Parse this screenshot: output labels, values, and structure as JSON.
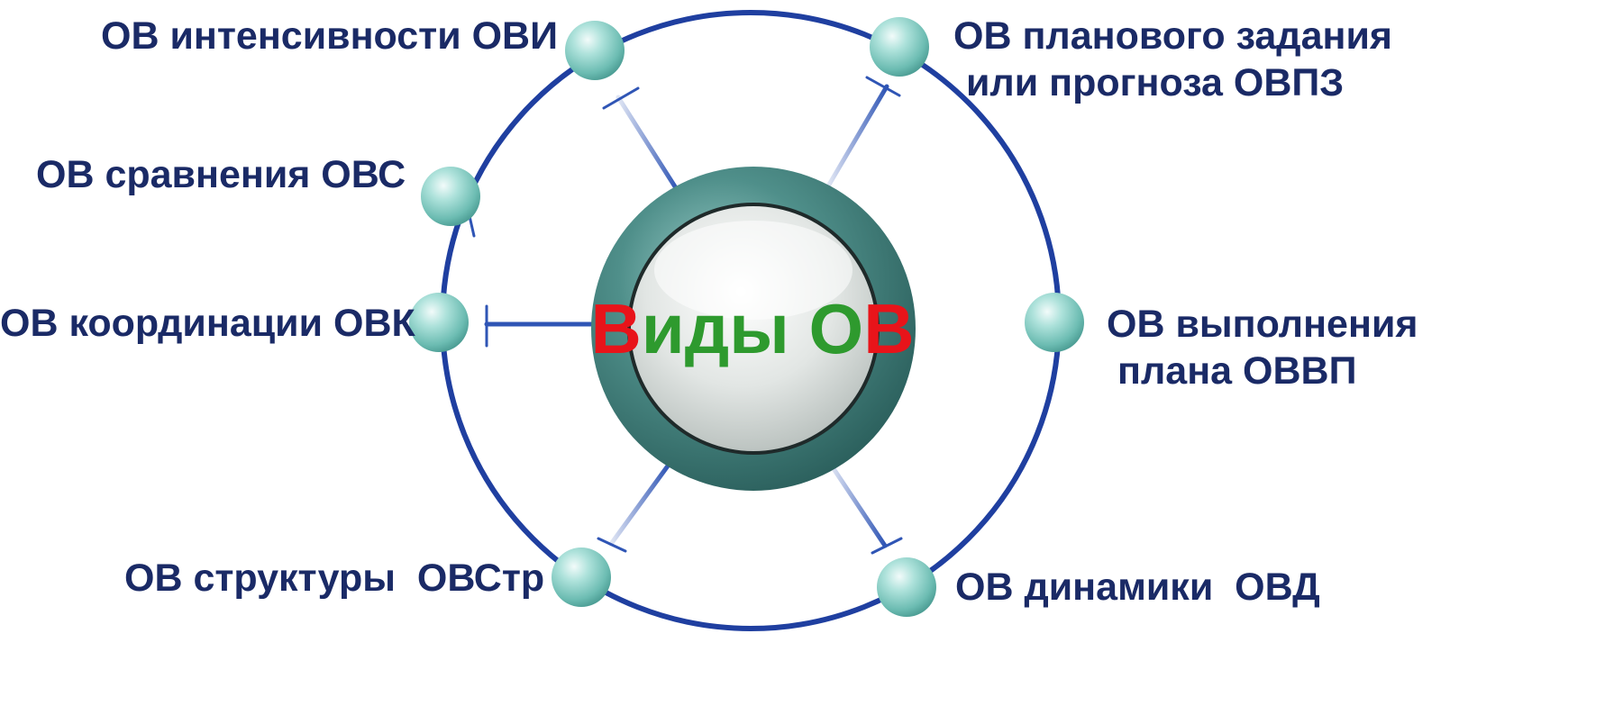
{
  "center": {
    "first_letter": "В",
    "middle": "иды О",
    "last_letter": "В",
    "colors": {
      "first": "#e8141a",
      "middle": "#2e9a2e",
      "last": "#e8141a"
    }
  },
  "nodes": [
    {
      "id": "ovi",
      "lines": [
        "ОВ интенсивности ОВИ"
      ]
    },
    {
      "id": "ovpz",
      "lines": [
        "ОВ планового задания",
        "или прогноза ОВПЗ"
      ]
    },
    {
      "id": "ovs",
      "lines": [
        "ОВ сравнения ОВС"
      ]
    },
    {
      "id": "ovk",
      "lines": [
        "ОВ координации ОВК"
      ]
    },
    {
      "id": "ovvp",
      "lines": [
        "ОВ выполнения",
        "плана ОВВП"
      ]
    },
    {
      "id": "ovstr",
      "lines": [
        "ОВ структуры  ОВСтр"
      ]
    },
    {
      "id": "ovd",
      "lines": [
        "ОВ динамики  ОВД"
      ]
    }
  ],
  "colors": {
    "ring": "#1f3fa0",
    "label": "#1a2a66",
    "node": "#8ed3cb",
    "hub_dark": "#2f6f6c",
    "hub_light": "#e6ece9"
  }
}
